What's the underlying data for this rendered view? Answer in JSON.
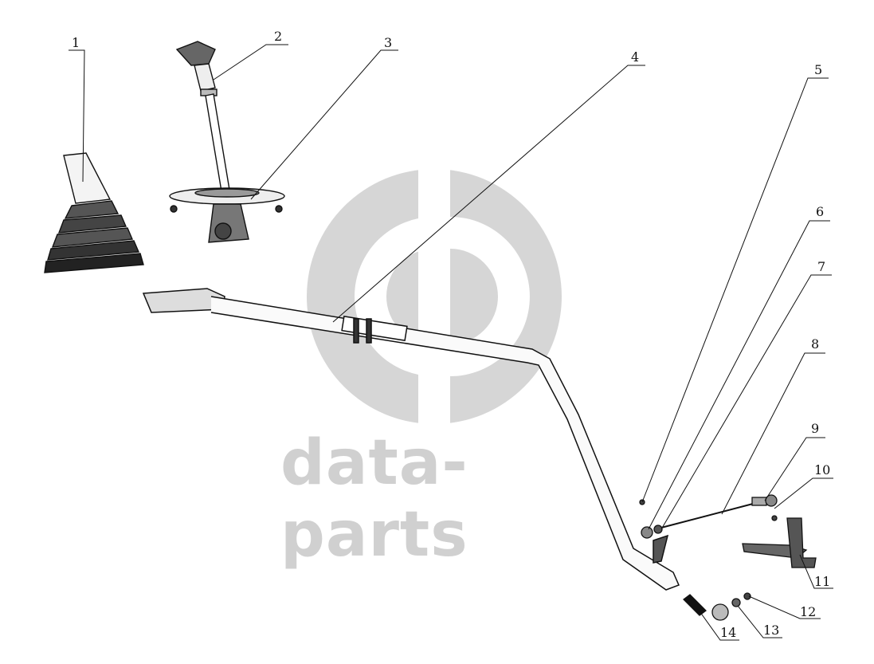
{
  "diagram": {
    "watermark": {
      "text": "data-parts",
      "color": "#c8c8c8"
    },
    "callouts": [
      {
        "id": "1",
        "label": "1"
      },
      {
        "id": "2",
        "label": "2"
      },
      {
        "id": "3",
        "label": "3"
      },
      {
        "id": "4",
        "label": "4"
      },
      {
        "id": "5",
        "label": "5"
      },
      {
        "id": "6",
        "label": "6"
      },
      {
        "id": "7",
        "label": "7"
      },
      {
        "id": "8",
        "label": "8"
      },
      {
        "id": "9",
        "label": "9"
      },
      {
        "id": "10",
        "label": "10"
      },
      {
        "id": "11",
        "label": "11"
      },
      {
        "id": "12",
        "label": "12"
      },
      {
        "id": "13",
        "label": "13"
      },
      {
        "id": "14",
        "label": "14"
      }
    ],
    "colors": {
      "line": "#111111",
      "watermark": "#c8c8c8"
    }
  }
}
